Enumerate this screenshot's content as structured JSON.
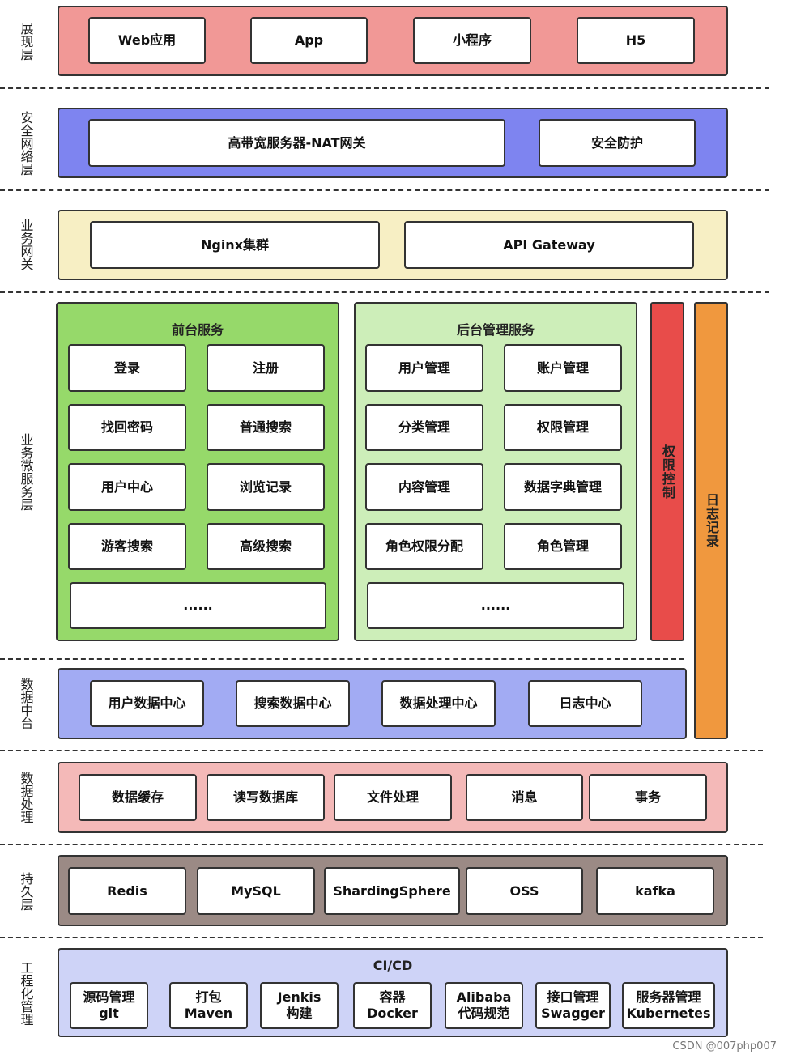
{
  "layers": {
    "presentation": {
      "label": "展现层",
      "items": [
        "Web应用",
        "App",
        "小程序",
        "H5"
      ]
    },
    "security": {
      "label": "安全网络层",
      "items": [
        "高带宽服务器-NAT网关",
        "安全防护"
      ]
    },
    "gateway": {
      "label": "业务网关",
      "items": [
        "Nginx集群",
        "API Gateway"
      ]
    },
    "microservice": {
      "label": "业务微服务层",
      "front": {
        "title": "前台服务",
        "items": [
          "登录",
          "注册",
          "找回密码",
          "普通搜索",
          "用户中心",
          "浏览记录",
          "游客搜索",
          "高级搜索",
          "......"
        ]
      },
      "back": {
        "title": "后台管理服务",
        "items": [
          "用户管理",
          "账户管理",
          "分类管理",
          "权限管理",
          "内容管理",
          "数据字典管理",
          "角色权限分配",
          "角色管理",
          "......"
        ]
      },
      "permission": "权限控制",
      "log": "日志记录"
    },
    "data_center": {
      "label": "数据中台",
      "items": [
        "用户数据中心",
        "搜索数据中心",
        "数据处理中心",
        "日志中心"
      ]
    },
    "data_processing": {
      "label": "数据处理",
      "items": [
        "数据缓存",
        "读写数据库",
        "文件处理",
        "消息",
        "事务"
      ]
    },
    "persistence": {
      "label": "持久层",
      "items": [
        "Redis",
        "MySQL",
        "ShardingSphere",
        "OSS",
        "kafka"
      ]
    },
    "engineering": {
      "label": "工程化管理",
      "title": "CI/CD",
      "items": [
        {
          "line1": "源码管理",
          "line2": "git"
        },
        {
          "line1": "打包",
          "line2": "Maven"
        },
        {
          "line1": "Jenkis",
          "line2": "构建"
        },
        {
          "line1": "容器",
          "line2": "Docker"
        },
        {
          "line1": "Alibaba",
          "line2": "代码规范"
        },
        {
          "line1": "接口管理",
          "line2": "Swagger"
        },
        {
          "line1": "服务器管理",
          "line2": "Kubernetes"
        }
      ]
    }
  },
  "watermark": "CSDN @007php007",
  "colors": {
    "presentation": "#f19896",
    "security": "#7e84f0",
    "gateway": "#f7efc4",
    "front": "#96d96a",
    "back": "#cdeeb9",
    "permission": "#e84c4a",
    "log": "#f0983e",
    "data_center": "#a2abf3",
    "data_processing": "#f4b9b8",
    "persistence": "#9b8a85",
    "engineering": "#ced3f7"
  }
}
